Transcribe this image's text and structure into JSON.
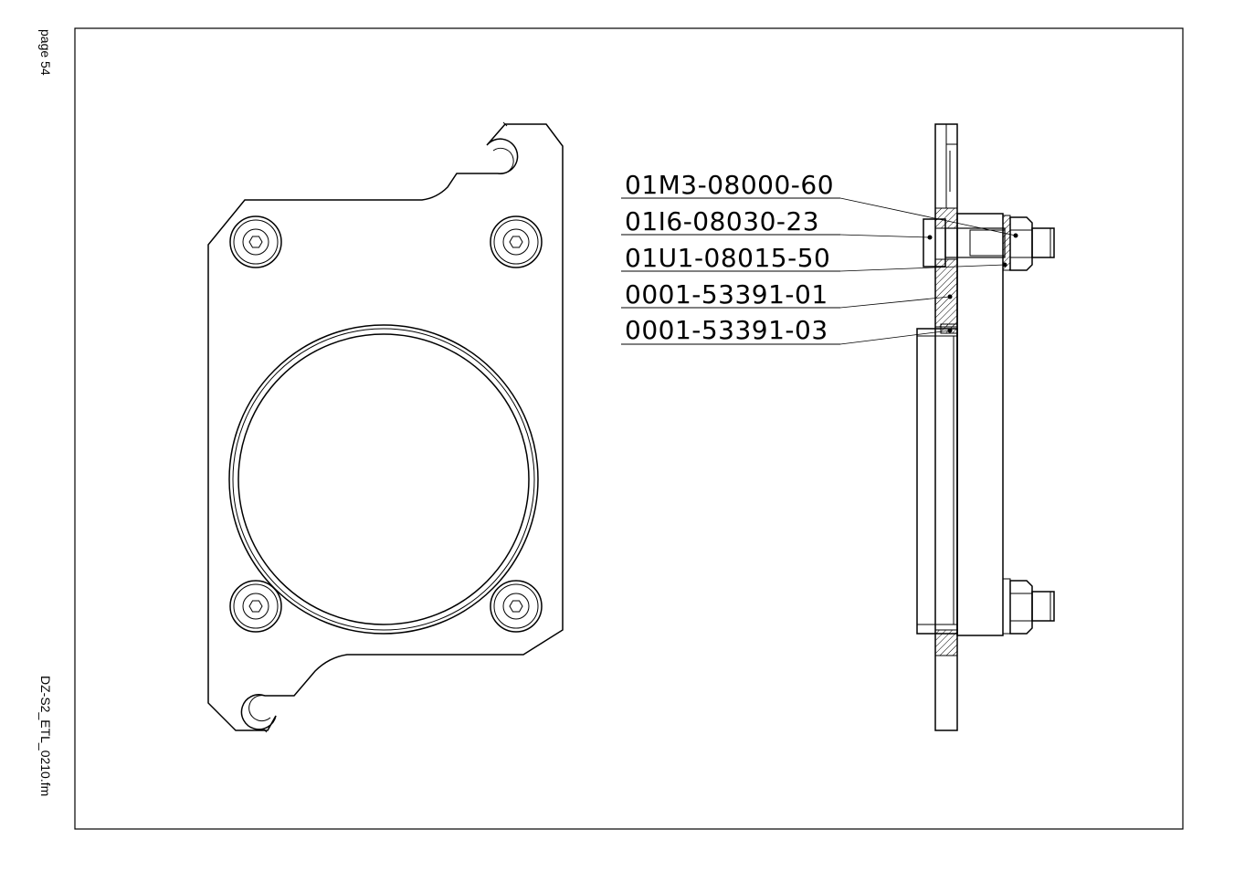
{
  "margin": {
    "page_label": "page 54",
    "doc_id": "DZ-S2_ETL_0210.fm"
  },
  "drawing": {
    "part_numbers": [
      "01M3-08000-60",
      "01I6-08030-23",
      "01U1-08015-50",
      "0001-53391-01",
      "0001-53391-03"
    ]
  }
}
